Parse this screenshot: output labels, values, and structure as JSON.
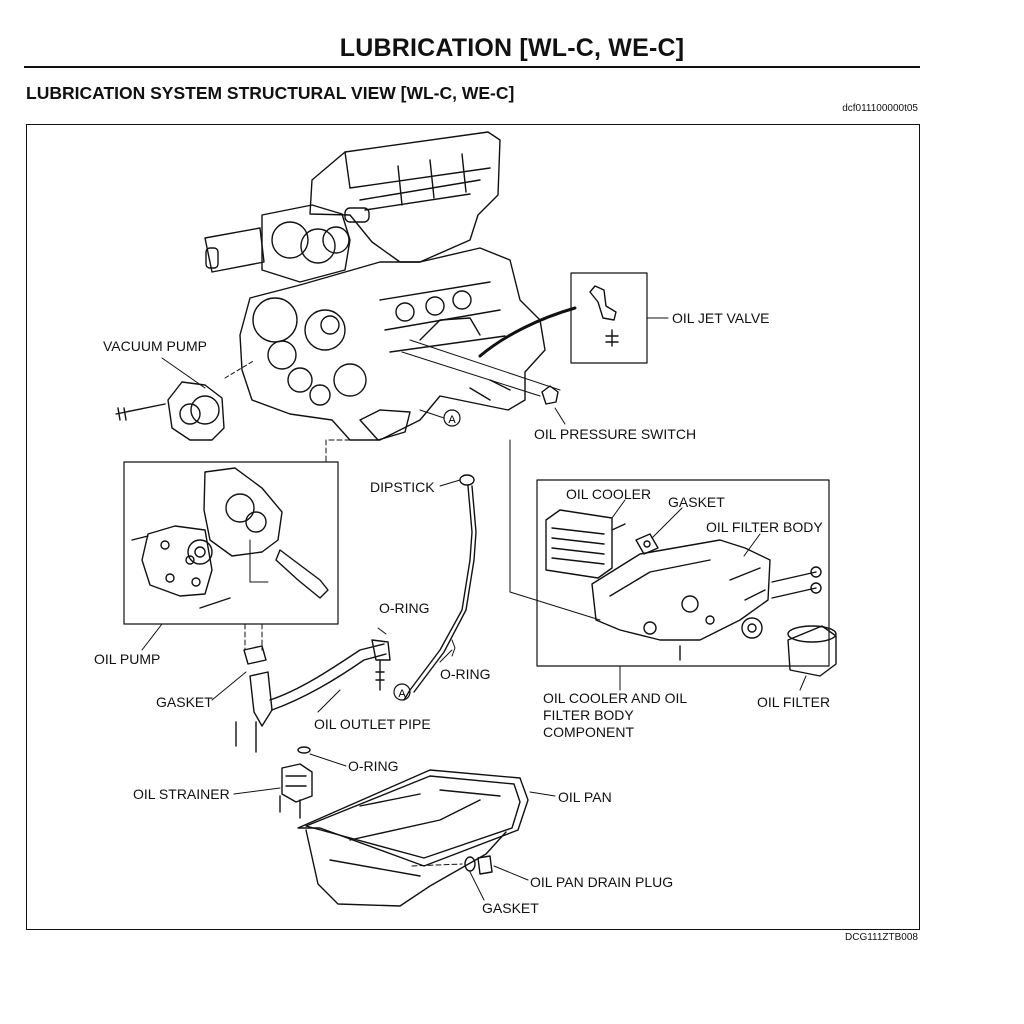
{
  "header": {
    "page_title": "LUBRICATION [WL-C, WE-C]",
    "section_title": "LUBRICATION SYSTEM STRUCTURAL VIEW [WL-C, WE-C]",
    "doc_id": "dcf011100000t05",
    "figure_id": "DCG111ZTB008"
  },
  "callout_marker": "A",
  "labels": {
    "vacuum_pump": "VACUUM PUMP",
    "oil_jet_valve": "OIL JET VALVE",
    "oil_pressure_switch": "OIL PRESSURE SWITCH",
    "dipstick": "DIPSTICK",
    "oil_cooler": "OIL COOLER",
    "gasket_cooler": "GASKET",
    "oil_filter_body": "OIL FILTER BODY",
    "o_ring_top": "O-RING",
    "o_ring_right": "O-RING",
    "oil_pump": "OIL PUMP",
    "gasket_pump": "GASKET",
    "oil_outlet_pipe": "OIL OUTLET PIPE",
    "oil_cooler_component": "OIL COOLER AND OIL FILTER BODY COMPONENT",
    "oil_filter": "OIL FILTER",
    "o_ring_strainer": "O-RING",
    "oil_strainer": "OIL STRAINER",
    "oil_pan": "OIL PAN",
    "oil_pan_drain_plug": "OIL PAN DRAIN PLUG",
    "gasket_drain": "GASKET"
  }
}
